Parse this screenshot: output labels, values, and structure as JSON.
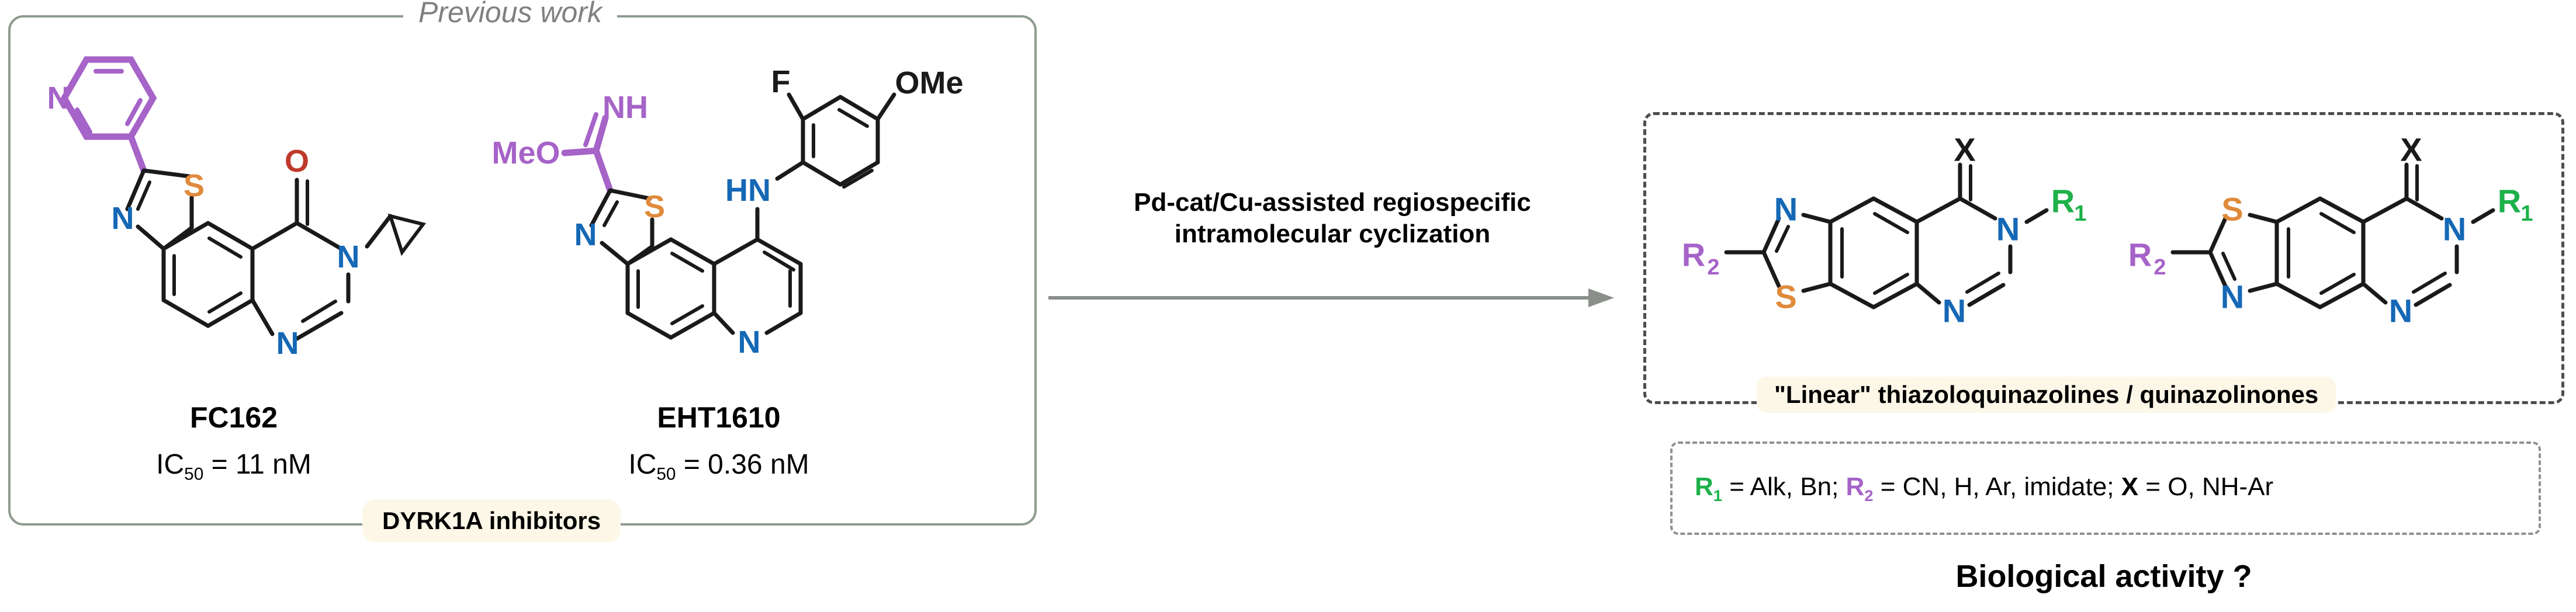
{
  "figure": {
    "domain": "chemical reaction scheme",
    "background": "#ffffff"
  },
  "colors": {
    "nitrogen_blue": "#1568B5",
    "sulfur_orange": "#E08A3C",
    "oxygen_red": "#C0392B",
    "purple_highlight": "#A663C8",
    "green_r1": "#1DB14A",
    "panel_border_gray": "#8E9C90",
    "badge_cream": "#FDF7E8",
    "title_gray": "#808080",
    "dashed_dark": "#4D4D4D"
  },
  "previous_work_panel": {
    "title": "Previous work",
    "badge": "DYRK1A inhibitors",
    "compounds": [
      {
        "name": "FC162",
        "ic50_prefix": "IC",
        "ic50_sub": "50",
        "ic50_value": "= 11 nM",
        "ic50_full": "IC50 = 11 nM",
        "atom_labels": [
          "N",
          "S",
          "N",
          "O",
          "N",
          "N"
        ],
        "scaffold": "pyridinyl-thiazolo-quinazolin-4(3H)-one, N-cyclopropyl"
      },
      {
        "name": "EHT1610",
        "ic50_prefix": "IC",
        "ic50_sub": "50",
        "ic50_value": "= 0.36 nM",
        "ic50_full": "IC50 = 0.36 nM",
        "atom_labels": [
          "MeO",
          "NH",
          "S",
          "N",
          "N",
          "HN",
          "F",
          "OMe"
        ],
        "scaffold": "methyl imidate thiazoloquinoline with 2-fluoro-4-methoxyanilino"
      }
    ]
  },
  "arrow": {
    "caption_line1": "Pd-cat/Cu-assisted regiospecific",
    "caption_line2": "intramolecular cyclization",
    "direction": "right"
  },
  "products_box": {
    "label": "\"Linear\" thiazoloquinazolines / quinazolinones",
    "structures": [
      {
        "id": "linear-isomer-a",
        "atom_labels": [
          "R2",
          "N",
          "S",
          "X",
          "N",
          "R1",
          "N"
        ],
        "note": "thiazole N up / S down"
      },
      {
        "id": "linear-isomer-b",
        "atom_labels": [
          "R2",
          "S",
          "N",
          "X",
          "N",
          "R1",
          "N"
        ],
        "note": "thiazole S up / N down"
      }
    ]
  },
  "r_groups": {
    "r1_label": "R",
    "r1_sub": "1",
    "r1_values": "= Alk, Bn;",
    "r2_label": "R",
    "r2_sub": "2",
    "r2_values": "= CN, H, Ar, imidate;",
    "x_label": "X",
    "x_values": "= O, NH-Ar",
    "full_text": "R1 = Alk, Bn; R2 = CN, H, Ar, imidate; X = O, NH-Ar"
  },
  "question": "Biological activity ?"
}
